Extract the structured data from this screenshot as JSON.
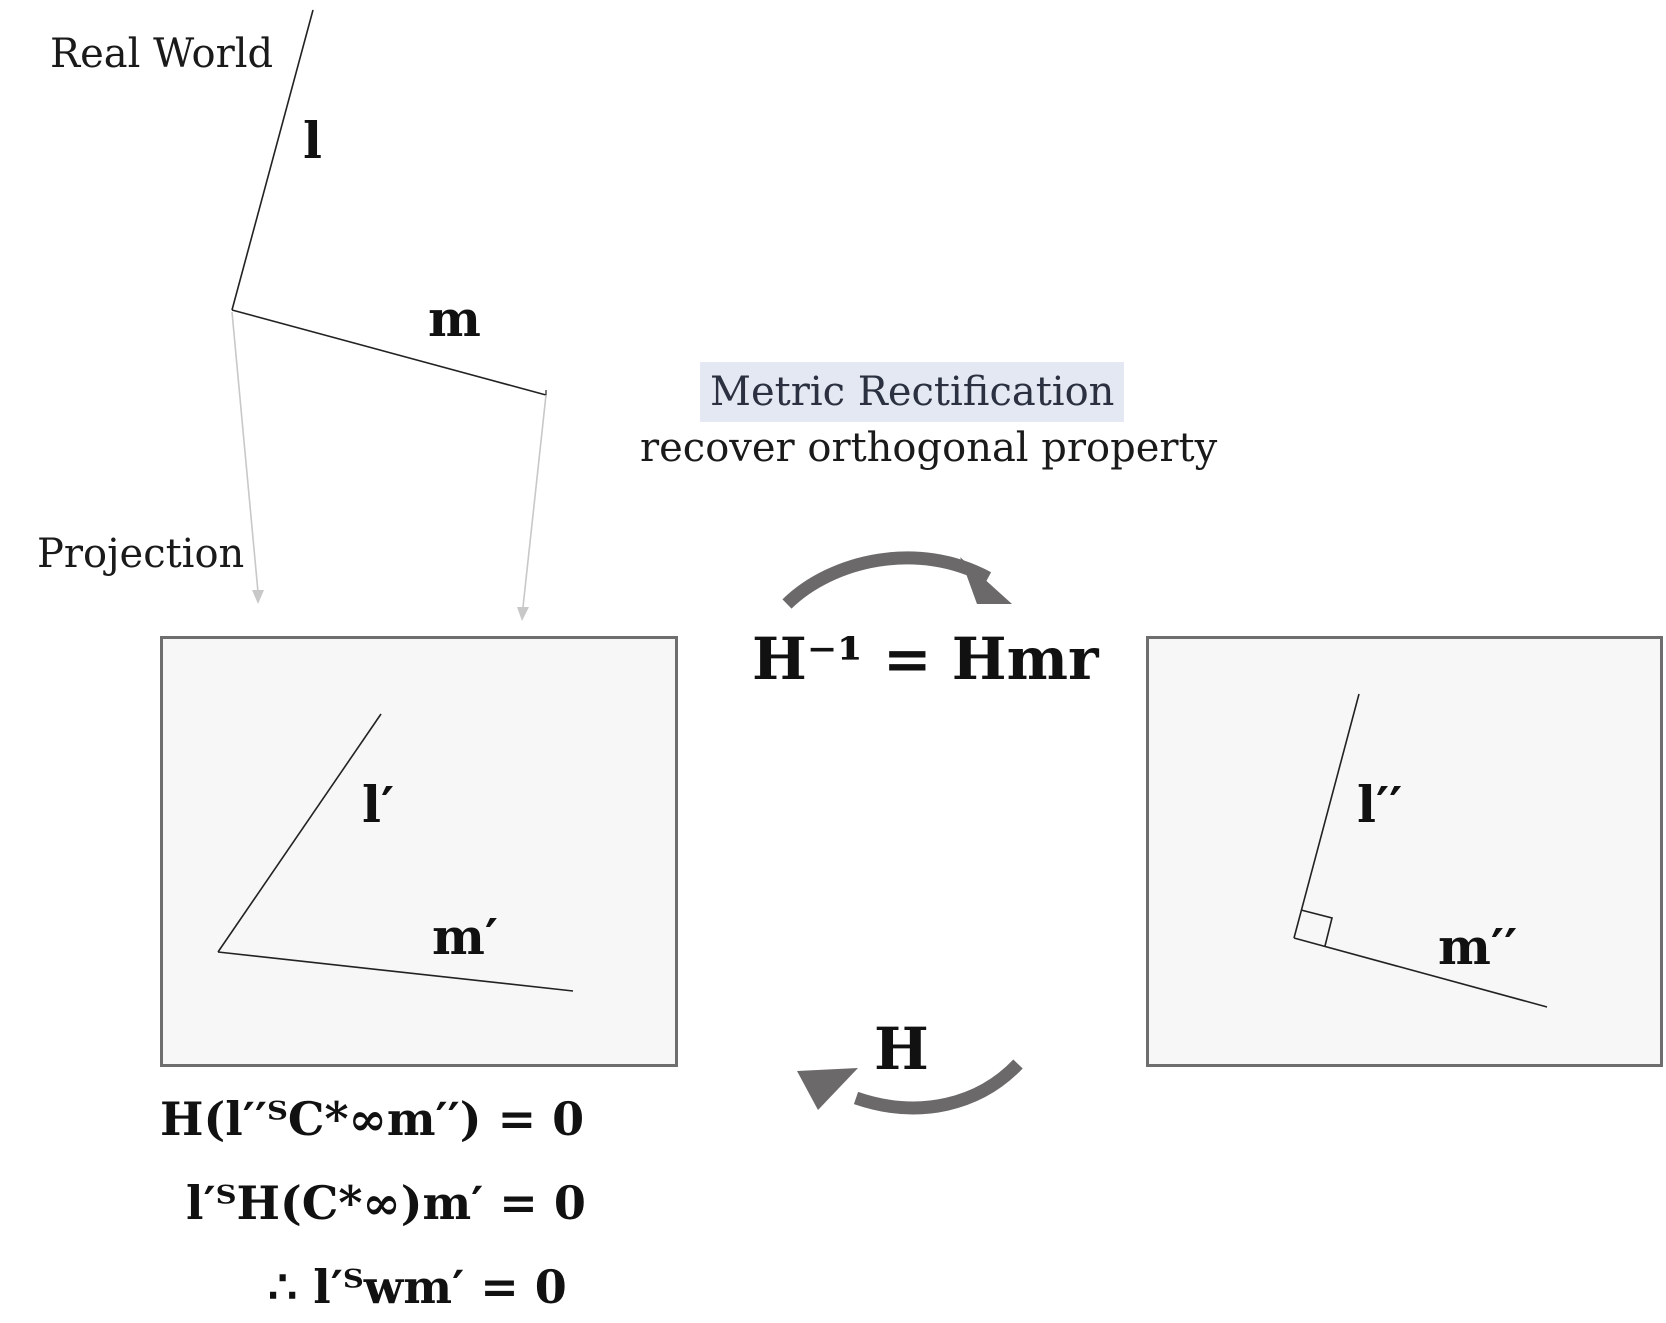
{
  "labels": {
    "real_world": "Real World",
    "projection": "Projection",
    "l": "l",
    "m": "m",
    "l_prime": "l′",
    "m_prime": "m′",
    "l_dprime": "l′′",
    "m_dprime": "m′′",
    "H": "H"
  },
  "rectification": {
    "title": "Metric Rectification",
    "subtitle": "recover orthogonal property",
    "forward_map": "H⁻¹ = Hmr"
  },
  "equations": [
    "H(l′′ᵀC*∞m′′) = 0",
    "l′ᵀH(C*∞)m′ = 0",
    "∴ l′ᵀwm′ = 0"
  ],
  "colors": {
    "frame_fill": "#f7f7f7",
    "frame_border": "#6e6e6e",
    "arrow": "#6b6969",
    "projection_arrow": "#c8c8c8",
    "badge_fill": "#e3e8f2"
  },
  "icons": [
    "curved-arrow-forward-icon",
    "curved-arrow-backward-icon",
    "right-angle-icon"
  ]
}
